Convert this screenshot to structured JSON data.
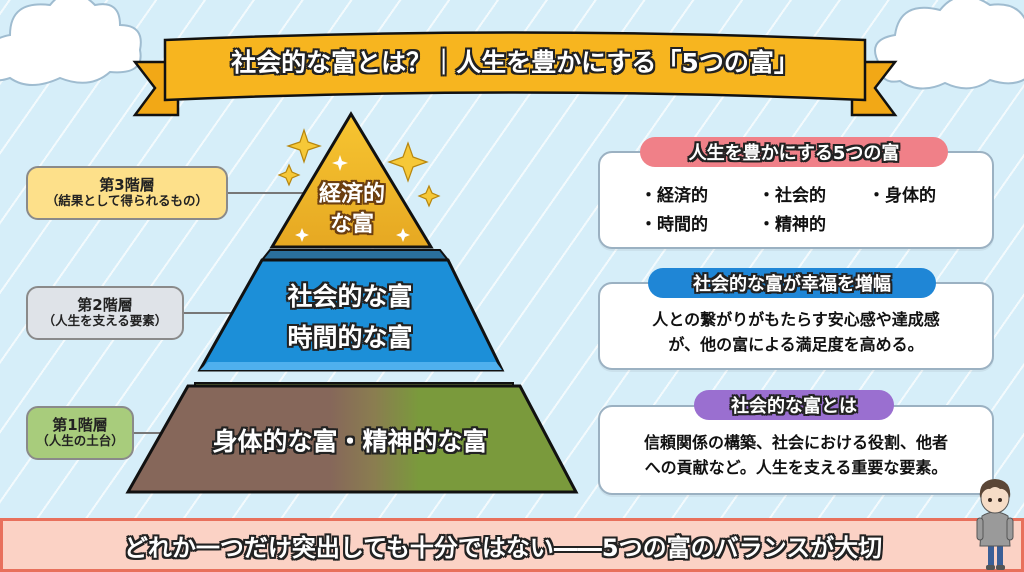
{
  "banner": {
    "title": "社会的な富とは？｜人生を豊かにする「5つの富」",
    "color": "#f7b51f"
  },
  "pyramid": {
    "tiers": [
      {
        "level": 3,
        "label": "経済的\nな富",
        "line1": "経済的",
        "line2": "な富",
        "color": "#f2b92b"
      },
      {
        "level": 2,
        "line1": "社会的な富",
        "line2": "時間的な富",
        "color": "#1c8fd8"
      },
      {
        "level": 1,
        "line1": "身体的な富・精神的な富",
        "color_left": "#86675a",
        "color_right": "#7a9a3c"
      }
    ]
  },
  "tier_labels": [
    {
      "title": "第3階層",
      "subtitle": "（結果として得られるもの）",
      "color": "#fde08a"
    },
    {
      "title": "第2階層",
      "subtitle": "（人生を支える要素）",
      "color": "#dfe3e8"
    },
    {
      "title": "第1階層",
      "subtitle": "（人生の土台）",
      "color": "#a8cc7c"
    }
  ],
  "cards": [
    {
      "heading": "人生を豊かにする5つの富",
      "heading_color": "#f08088",
      "items": [
        "・経済的",
        "・社会的",
        "・身体的",
        "・時間的",
        "・精神的"
      ]
    },
    {
      "heading": "社会的な富が幸福を増幅",
      "heading_color": "#1f86d6",
      "lines": [
        "人との繋がりがもたらす安心感や達成感",
        "が、他の富による満足度を高める。"
      ]
    },
    {
      "heading": "社会的な富とは",
      "heading_color": "#9a6fd0",
      "lines": [
        "信頼関係の構築、社会における役割、他者",
        "への貢献など。人生を支える重要な要素。"
      ]
    }
  ],
  "footer": {
    "text": "どれか一つだけ突出しても十分ではない――5つの富のバランスが大切",
    "bg_color": "#fbd2c5",
    "border_color": "#e8705c"
  },
  "character": {
    "description": "boy in gray hoodie"
  }
}
